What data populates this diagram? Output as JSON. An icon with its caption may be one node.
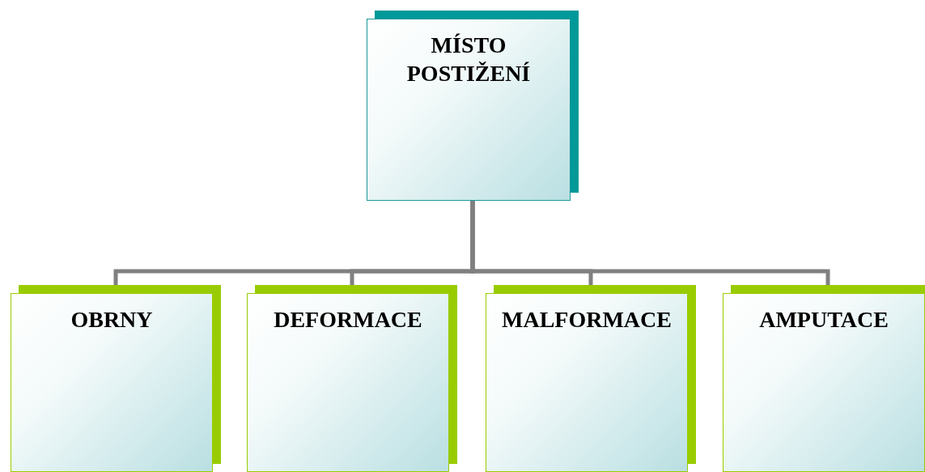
{
  "diagram": {
    "nodes": [
      {
        "text": [
          "MÍSTO POSTIŽENÍ"
        ]
      },
      {
        "text": [
          "OBRNY"
        ]
      },
      {
        "text": [
          "DEFORMACE"
        ]
      },
      {
        "text": [
          "MALFORMACE"
        ]
      },
      {
        "text": [
          "AMPUTACE"
        ]
      }
    ],
    "edges": [
      {
        "from": 0,
        "to": 1,
        "arrow": "none"
      },
      {
        "from": 0,
        "to": 2,
        "arrow": "none"
      },
      {
        "from": 0,
        "to": 3,
        "arrow": "none"
      },
      {
        "from": 0,
        "to": 4,
        "arrow": "none"
      }
    ]
  }
}
